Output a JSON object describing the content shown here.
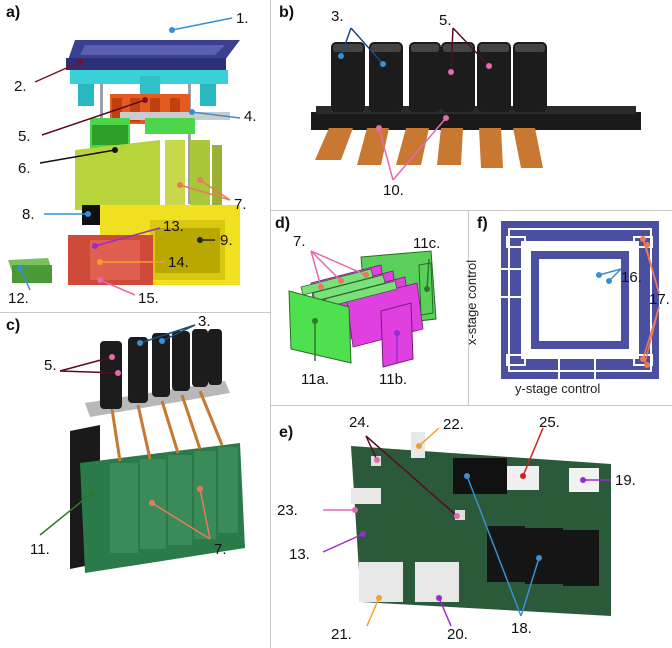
{
  "panels": {
    "a": {
      "label": "a)",
      "callouts": [
        "1.",
        "2.",
        "4.",
        "5.",
        "6.",
        "7.",
        "8.",
        "9.",
        "12.",
        "13.",
        "14.",
        "15."
      ]
    },
    "b": {
      "label": "b)",
      "callouts": [
        "3.",
        "5.",
        "10."
      ]
    },
    "c": {
      "label": "c)",
      "callouts": [
        "3.",
        "5.",
        "11.",
        "7."
      ]
    },
    "d": {
      "label": "d)",
      "callouts": [
        "7.",
        "11c.",
        "11a.",
        "11b."
      ]
    },
    "e": {
      "label": "e)",
      "callouts": [
        "24.",
        "22.",
        "25.",
        "19.",
        "23.",
        "13.",
        "21.",
        "20.",
        "18."
      ]
    },
    "f": {
      "label": "f)",
      "callouts": [
        "16.",
        "17."
      ],
      "axis_labels": {
        "x_stage": "x-stage control",
        "y_stage": "y-stage control",
        "y": "y",
        "x": "x"
      }
    }
  },
  "colors": {
    "blue_callout": "#3a8fd0",
    "dark_red_callout": "#7a1020",
    "pink_callout": "#e46ab0",
    "salmon_callout": "#e87a5a",
    "purple_callout": "#9a2ad0",
    "orange_callout": "#f0a030",
    "green_callout": "#2a7a2a"
  }
}
